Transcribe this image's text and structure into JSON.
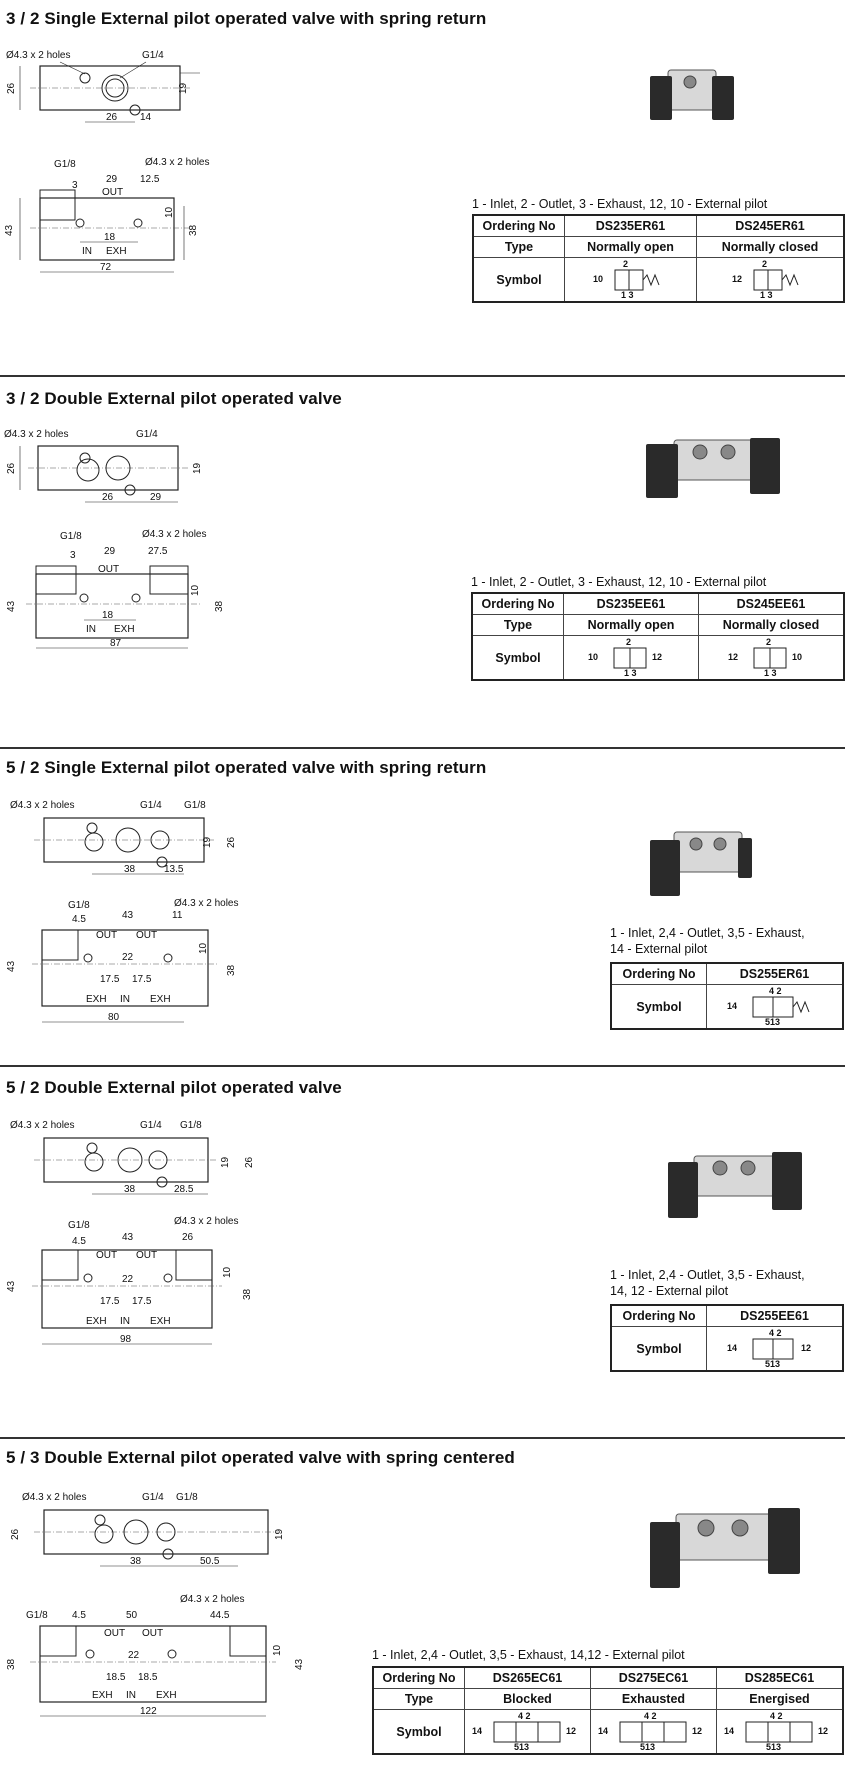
{
  "sections": [
    {
      "title": "3 / 2 Single External pilot operated valve with spring return",
      "top_labels": {
        "holes": "Ø4.3 x 2 holes",
        "port1": "G1/4",
        "d1": "26",
        "d2": "14",
        "h1": "26",
        "h2": "19"
      },
      "side_labels": {
        "g18": "G1/8",
        "holes": "Ø4.3 x 2 holes",
        "d3": "3",
        "d29": "29",
        "d125": "12.5",
        "out": "OUT",
        "d10": "10",
        "d18": "18",
        "d43": "43",
        "d38": "38",
        "in": "IN",
        "exh": "EXH",
        "len": "72"
      },
      "legend": "1 - Inlet,     2 - Outlet,     3 - Exhaust,     12, 10 - External pilot",
      "table": {
        "ordering_label": "Ordering No",
        "type_label": "Type",
        "symbol_label": "Symbol",
        "cols": [
          {
            "code": "DS235ER61",
            "type": "Normally open",
            "pilot": "10",
            "top": "2",
            "bottom": "1 3"
          },
          {
            "code": "DS245ER61",
            "type": "Normally closed",
            "pilot": "12",
            "top": "2",
            "bottom": "1 3"
          }
        ]
      }
    },
    {
      "title": "3 / 2 Double External pilot operated valve",
      "top_labels": {
        "holes": "Ø4.3 x 2 holes",
        "port1": "G1/4",
        "d1": "26",
        "d2": "29",
        "h1": "26",
        "h2": "19"
      },
      "side_labels": {
        "g18": "G1/8",
        "holes": "Ø4.3 x 2 holes",
        "d3": "3",
        "d29": "29",
        "d275": "27.5",
        "out": "OUT",
        "d10": "10",
        "d18": "18",
        "d43": "43",
        "d38": "38",
        "in": "IN",
        "exh": "EXH",
        "len": "87"
      },
      "legend": "1 - Inlet,     2 - Outlet,     3 - Exhaust,     12, 10 - External pilot",
      "table": {
        "ordering_label": "Ordering No",
        "type_label": "Type",
        "symbol_label": "Symbol",
        "cols": [
          {
            "code": "DS235EE61",
            "type": "Normally open",
            "pilot": "10",
            "pilot2": "12",
            "top": "2",
            "bottom": "1 3"
          },
          {
            "code": "DS245EE61",
            "type": "Normally closed",
            "pilot": "12",
            "pilot2": "10",
            "top": "2",
            "bottom": "1 3"
          }
        ]
      }
    },
    {
      "title": "5 / 2 Single External pilot operated valve with spring return",
      "top_labels": {
        "holes": "Ø4.3 x 2 holes",
        "port1": "G1/4",
        "port2": "G1/8",
        "d1": "38",
        "d2": "13.5",
        "h1": "19",
        "h2": "26"
      },
      "side_labels": {
        "g18": "G1/8",
        "holes": "Ø4.3 x 2 holes",
        "d45": "4.5",
        "d43": "43",
        "d11": "11",
        "out1": "OUT",
        "out2": "OUT",
        "d10": "10",
        "d22": "22",
        "h43": "43",
        "d38": "38",
        "d175a": "17.5",
        "d175b": "17.5",
        "exh1": "EXH",
        "in": "IN",
        "exh2": "EXH",
        "len": "80"
      },
      "legend_lines": [
        "1 - Inlet,     2,4 - Outlet,     3,5 - Exhaust,",
        "14 - External pilot"
      ],
      "table": {
        "ordering_label": "Ordering No",
        "symbol_label": "Symbol",
        "cols": [
          {
            "code": "DS255ER61",
            "pilot": "14",
            "top": "4 2",
            "bottom": "513"
          }
        ]
      }
    },
    {
      "title": "5 / 2 Double External pilot operated valve",
      "top_labels": {
        "holes": "Ø4.3 x 2 holes",
        "port1": "G1/4",
        "port2": "G1/8",
        "d1": "38",
        "d2": "28.5",
        "h1": "19",
        "h2": "26"
      },
      "side_labels": {
        "g18": "G1/8",
        "holes": "Ø4.3 x 2 holes",
        "d45": "4.5",
        "d43": "43",
        "d26": "26",
        "out1": "OUT",
        "out2": "OUT",
        "d10": "10",
        "d22": "22",
        "h43": "43",
        "d38": "38",
        "d175a": "17.5",
        "d175b": "17.5",
        "exh1": "EXH",
        "in": "IN",
        "exh2": "EXH",
        "len": "98"
      },
      "legend_lines": [
        "1 - Inlet,     2,4 - Outlet,     3,5 - Exhaust,",
        "14, 12 - External pilot"
      ],
      "table": {
        "ordering_label": "Ordering No",
        "symbol_label": "Symbol",
        "cols": [
          {
            "code": "DS255EE61",
            "pilot": "14",
            "pilot2": "12",
            "top": "4 2",
            "bottom": "513"
          }
        ]
      }
    },
    {
      "title": "5 / 3 Double External pilot operated valve with spring centered",
      "top_labels": {
        "holes": "Ø4.3 x 2 holes",
        "port1": "G1/4",
        "port2": "G1/8",
        "d1": "38",
        "d2": "50.5",
        "h1": "26",
        "h2": "19"
      },
      "side_labels": {
        "g18": "G1/8",
        "holes": "Ø4.3 x 2 holes",
        "d45": "4.5",
        "d50": "50",
        "d445": "44.5",
        "out1": "OUT",
        "out2": "OUT",
        "d10": "10",
        "d22": "22",
        "h38": "38",
        "h43": "43",
        "d185a": "18.5",
        "d185b": "18.5",
        "exh1": "EXH",
        "in": "IN",
        "exh2": "EXH",
        "len": "122"
      },
      "legend": "1 - Inlet,     2,4 - Outlet,     3,5 - Exhaust,     14,12 - External pilot",
      "table": {
        "ordering_label": "Ordering No",
        "type_label": "Type",
        "symbol_label": "Symbol",
        "cols": [
          {
            "code": "DS265EC61",
            "type": "Blocked",
            "pilot": "14",
            "pilot2": "12",
            "top": "4 2",
            "bottom": "513"
          },
          {
            "code": "DS275EC61",
            "type": "Exhausted",
            "pilot": "14",
            "pilot2": "12",
            "top": "4 2",
            "bottom": "513"
          },
          {
            "code": "DS285EC61",
            "type": "Energised",
            "pilot": "14",
            "pilot2": "12",
            "top": "4 2",
            "bottom": "513"
          }
        ]
      }
    }
  ],
  "colors": {
    "ink": "#111111",
    "body_dark": "#2a2a2a",
    "body_light": "#d8d8d8",
    "divider": "#333333"
  }
}
